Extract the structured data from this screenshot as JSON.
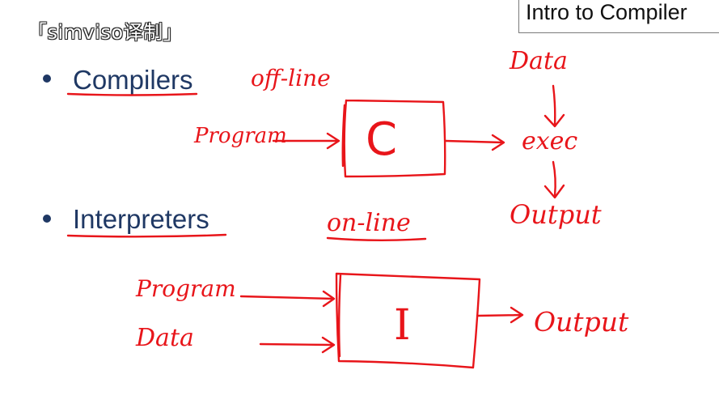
{
  "watermark": "「simviso译制」",
  "title": "Intro to Compiler",
  "bullets": [
    {
      "label": "Compilers"
    },
    {
      "label": "Interpreters"
    }
  ],
  "annotations": {
    "offline": "off-line",
    "online": "on-line",
    "program_1": "Program",
    "compiler_box": "C",
    "data_1": "Data",
    "exec": "exec",
    "output_1": "Output",
    "program_2": "Program",
    "data_2": "Data",
    "interpreter_box": "I",
    "output_2": "Output"
  },
  "colors": {
    "ink": "#e8151a",
    "bullet_text": "#1f3864"
  }
}
